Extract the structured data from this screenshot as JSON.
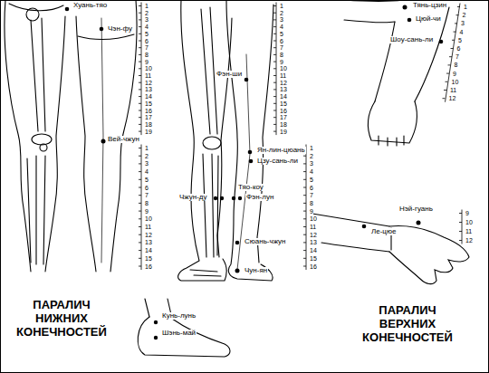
{
  "diagram": {
    "labels": [
      "Хуань-тяо",
      "Чэн-фу",
      "Вей-чжун",
      "Фэн-ши",
      "Ян-лин-цюань",
      "Цзу-сань-ли",
      "Тяо-коу",
      "Фэн-лун",
      "Чжун-ду",
      "Сюань-чжун",
      "Чун-ян",
      "Кунь-лунь",
      "Шэнь-май",
      "Тянь-цзин",
      "Цюй-чи",
      "Шоу-сань-ли",
      "Нэй-гуань",
      "Ле-цюе",
      "ПАРАЛИЧ НИЖНИХ КОНЕЧНОСТЕЙ",
      "ПАРАЛИЧ ВЕРХНИХ КОНЕЧНОСТЕЙ",
      "1",
      "2",
      "3",
      "4",
      "5",
      "6",
      "7",
      "8",
      "9",
      "10",
      "11",
      "12",
      "13",
      "14",
      "15",
      "16",
      "17",
      "18",
      "19",
      "1",
      "2",
      "3",
      "4",
      "5",
      "6",
      "7",
      "8",
      "9",
      "10",
      "11",
      "12",
      "13",
      "14",
      "15",
      "16",
      "1",
      "2",
      "3",
      "4",
      "5",
      "6",
      "7",
      "8",
      "9",
      "10",
      "11",
      "12",
      "13",
      "14",
      "15",
      "16",
      "17",
      "18",
      "19",
      "1",
      "2",
      "3",
      "4",
      "5",
      "6",
      "7",
      "8",
      "9",
      "10",
      "11",
      "12",
      "13",
      "14",
      "15",
      "16",
      "1",
      "2",
      "3",
      "4",
      "5",
      "6",
      "7",
      "8",
      "9",
      "10",
      "11",
      "12",
      "9",
      "10",
      "11",
      "12"
    ]
  }
}
